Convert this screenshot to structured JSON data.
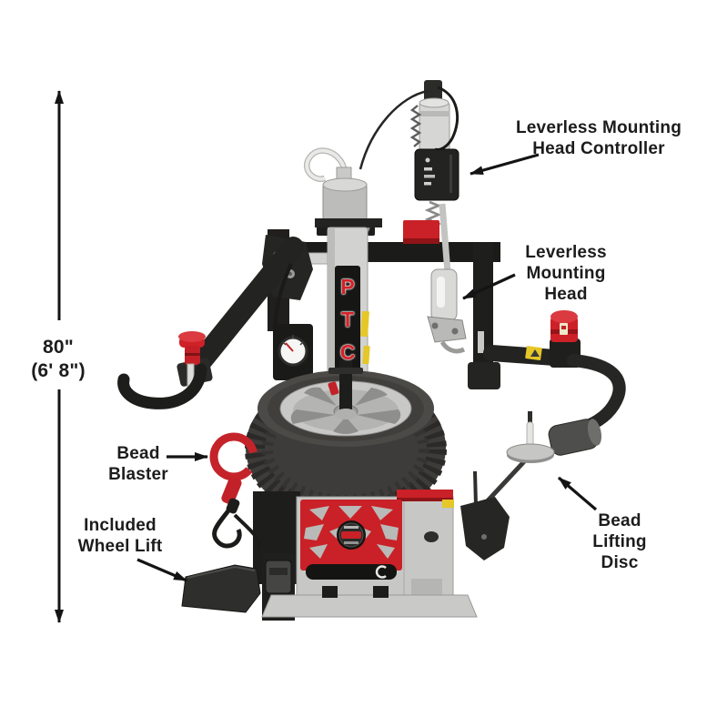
{
  "scene": {
    "description": "Tire changer machine product photo with feature callouts",
    "background": "#ffffff"
  },
  "labels": {
    "height": {
      "lines": [
        "80\"",
        "(6' 8\")"
      ]
    },
    "controller": {
      "lines": [
        "Leverless Mounting",
        "Head Controller"
      ]
    },
    "mounting_head": {
      "lines": [
        "Leverless",
        "Mounting",
        "Head"
      ]
    },
    "bead_blaster": {
      "lines": [
        "Bead",
        "Blaster"
      ]
    },
    "wheel_lift": {
      "lines": [
        "Included",
        "Wheel Lift"
      ]
    },
    "bead_lifting_disc": {
      "lines": [
        "Bead",
        "Lifting",
        "Disc"
      ]
    }
  },
  "machine": {
    "tower_letters": [
      "P",
      "T",
      "C"
    ],
    "colors": {
      "accent_red": "#c92127",
      "silver": "#c9c9c7",
      "black": "#1f1f1d",
      "warning_yellow": "#e6c728",
      "label_text": "#1c1c1c",
      "arrow": "#141414"
    }
  }
}
